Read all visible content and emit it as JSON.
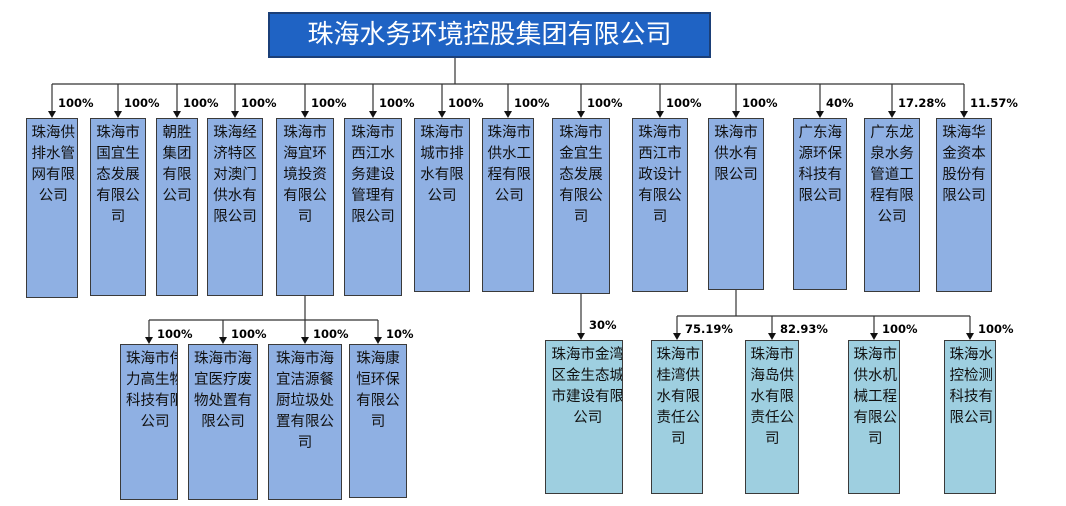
{
  "root": "珠海水务环境控股集团有限公司",
  "level1": [
    {
      "name": "珠海供排水管网有限公司",
      "pct": "100%"
    },
    {
      "name": "珠海市国宜生态发展有限公司",
      "pct": "100%"
    },
    {
      "name": "朝胜集团有限公司",
      "pct": "100%"
    },
    {
      "name": "珠海经济特区对澳门供水有限公司",
      "pct": "100%"
    },
    {
      "name": "珠海市海宜环境投资有限公司",
      "pct": "100%"
    },
    {
      "name": "珠海市西江水务建设管理有限公司",
      "pct": "100%"
    },
    {
      "name": "珠海市城市排水有限公司",
      "pct": "100%"
    },
    {
      "name": "珠海市供水工程有限公司",
      "pct": "100%"
    },
    {
      "name": "珠海市金宜生态发展有限公司",
      "pct": "100%"
    },
    {
      "name": "珠海市西江市政设计有限公司",
      "pct": "100%"
    },
    {
      "name": "珠海市供水有限公司",
      "pct": "100%"
    },
    {
      "name": "广东海源环保科技有限公司",
      "pct": "40%"
    },
    {
      "name": "广东龙泉水务管道工程有限公司",
      "pct": "17.28%"
    },
    {
      "name": "珠海华金资本股份有限公司",
      "pct": "11.57%"
    }
  ],
  "level2": [
    {
      "name": "珠海市伟力高生物科技有限公司",
      "pct": "100%"
    },
    {
      "name": "珠海市海宜医疗废物处置有限公司",
      "pct": "100%"
    },
    {
      "name": "珠海市海宜洁源餐厨垃圾处置有限公司",
      "pct": "100%"
    },
    {
      "name": "珠海康恒环保有限公司",
      "pct": "10%"
    },
    {
      "name": "珠海市金湾区金生态城市建设有限公司",
      "pct": "30%"
    },
    {
      "name": "珠海市桂湾供水有限责任公司",
      "pct": "75.19%"
    },
    {
      "name": "珠海市海岛供水有限责任公司",
      "pct": "82.93%"
    },
    {
      "name": "珠海市供水机械工程有限公司",
      "pct": "100%"
    },
    {
      "name": "珠海水控检测科技有限公司",
      "pct": "100%"
    }
  ],
  "colors": {
    "root_fill": "#1f63c4",
    "box_blue": "#8fb0e3",
    "box_teal": "#9ecfe0"
  }
}
